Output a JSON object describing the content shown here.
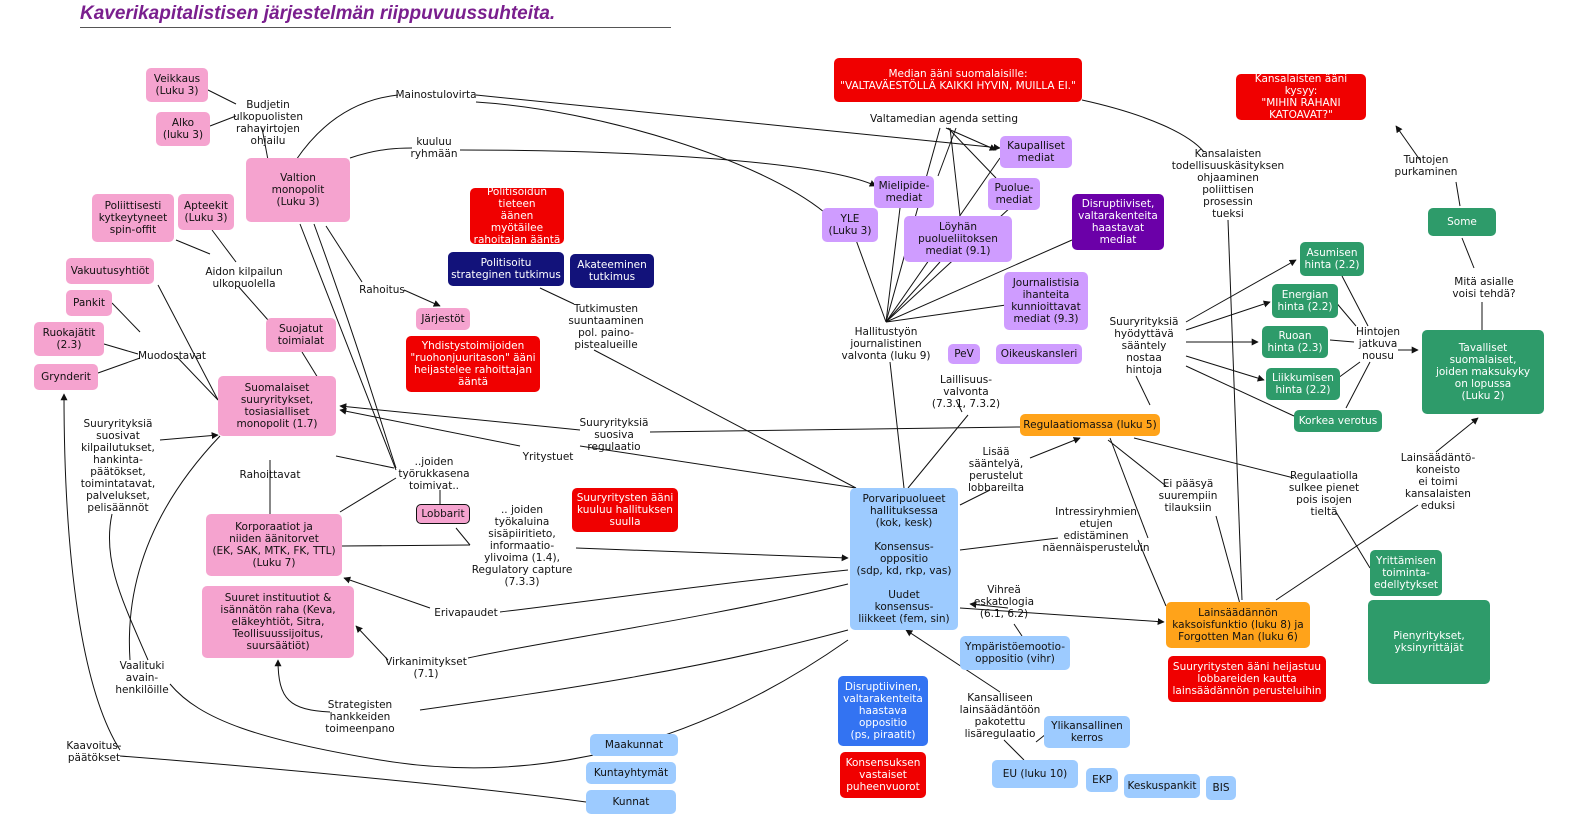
{
  "title": "Kaverikapitalistisen järjestelmän riippuvuussuhteita.",
  "colors": {
    "pink": "#f5a3cf",
    "red": "#f00000",
    "navy": "#12127a",
    "lilac": "#cf9cff",
    "purple": "#6b00a8",
    "green": "#2e9b6a",
    "light_blue": "#9dcbff",
    "blue": "#3373f2",
    "orange": "#ffa31a",
    "title": "#7a1f8e"
  },
  "nodes": {
    "veikkaus": "Veikkaus\n(Luku 3)",
    "alko": "Alko\n(luku 3)",
    "valtion_monopolit": "Valtion\nmonopolit\n(Luku 3)",
    "poliittisesti_kytkeytyneet": "Poliittisesti\nkytkeytyneet\nspin-offit",
    "apteekit": "Apteekit\n(Luku 3)",
    "vakuutusyhtiot": "Vakuutusyhtiöt",
    "pankit": "Pankit",
    "ruokajatit": "Ruokajätit\n(2.3)",
    "grynderit": "Grynderit",
    "suojatut_toimialat": "Suojatut\ntoimialat",
    "suomalaiset_suuryritykset": "Suomalaiset\nsuuryritykset,\ntosiasialliset\nmonopolit (1.7)",
    "korporaatiot": "Korporaatiot ja\nniiden äänitorvet\n(EK, SAK, MTK, FK, TTL)\n(Luku 7)",
    "suuret_instituutiot": "Suuret instituutiot &\nisännätön raha (Keva,\neläkeyhtiöt, Sitra,\nTeollisuussijoitus,\nsuursäätiöt)",
    "lobbarit": "Lobbarit",
    "politisoidun_tieteen": "Politisoidun\ntieteen\näänen myötäilee\nrahoitajan ääntä",
    "politisoitu_tutkimus": "Politisoitu\nstrateginen tutkimus",
    "akateeminen": "Akateeminen\ntutkimus",
    "jarjestot": "Järjestöt",
    "yhdistystoimijoiden": "Yhdistystoimijoiden\n\"ruohonjuuritason\" ääni\nheijastelee rahoittajan\nääntä",
    "suuryritysten_aani": "Suuryritysten ääni\nkuuluu hallituksen\nsuulla",
    "median_aani": "Median ääni suomalaisille:\n\"VALTAVÄESTÖLLÄ KAIKKI HYVIN, MUILLA EI.\"",
    "kansalaisten_aani": "Kansalaisten ääni kysyy:\n\"MIHIN RAHANI KATOAVAT?\"",
    "kaupalliset_mediat": "Kaupalliset\nmediat",
    "mielipidemediat": "Mielipide-\nmediat",
    "puoluemediat": "Puolue-\nmediat",
    "yle": "YLE\n(Luku 3)",
    "loyhan_puoluelii": "Löyhän\npuolueliitoksen\nmediat (9.1)",
    "disruptiiviset_mediat": "Disruptiiviset,\nvaltarakenteita\nhaastavat\nmediat",
    "journalistisia": "Journalistisia\nihanteita\nkunnioittavat\nmediat (9.3)",
    "pev": "PeV",
    "oikeuskansleri": "Oikeuskansleri",
    "regulaatiomassa": "Regulaatiomassa (luku 5)",
    "porvaripuolueet": "Porvaripuolueet\nhallituksessa\n(kok, kesk)\n\nKonsensus-\noppositio\n(sdp, kd, rkp, vas)\n\nUudet\nkonsensus-\nliikkeet (fem, sin)",
    "ymparistomootio": "Ympäristöemootio-\noppositio (vihr)",
    "disruptiivinen_oppositio": "Disruptiivinen,\nvaltarakenteita\nhaastava\noppositio\n(ps, piraatit)",
    "konsensuksen": "Konsensuksen\nvastaiset\npuheenvuorot",
    "ylikansallinen": "Ylikansallinen\nkerros",
    "eu": "EU (luku 10)",
    "ekp": "EKP",
    "keskuspankit": "Keskuspankit",
    "bis": "BIS",
    "maakunnat": "Maakunnat",
    "kuntayhtymat": "Kuntayhtymät",
    "kunnat": "Kunnat",
    "lainsaadannon": "Lainsäädännön\nkaksoisfunktio (luku 8) ja\nForgotten Man (luku 6)",
    "suuryritysten_heijastuu": "Suuryritysten ääni heijastuu\nlobbareiden kautta\nlainsäädännön perusteluihin",
    "some": "Some",
    "asumisen": "Asumisen\nhinta (2.2)",
    "energian": "Energian\nhinta (2.2)",
    "ruoan": "Ruoan\nhinta (2.3)",
    "liikkumisen": "Liikkumisen\nhinta (2.2)",
    "korkea_verotus": "Korkea verotus",
    "tavalliset": "Tavalliset\nsuomalaiset,\njoiden maksukyky\non lopussa\n(Luku 2)",
    "yrittamisen": "Yrittämisen\ntoiminta-\nedellytykset",
    "pienyritykset": "Pienyritykset,\nyksinyrittäjät"
  },
  "labels": {
    "budjetin": "Budjetin\nulkopuolisten\nrahavirtojen\nohjailu",
    "mainostulovirta": "Mainostulovirta",
    "kuuluu_ryhmaan": "kuuluu\nryhmään",
    "valtamedian": "Valtamedian agenda setting",
    "aidon": "Aidon kilpailun\nulkopuolella",
    "muodostavat": "Muodostavat",
    "rahoitus": "Rahoitus",
    "tutkimusten": "Tutkimusten\nsuuntaaminen\npol. paino-\npistealueille",
    "hallitustyon": "Hallitustyön\njournalistinen\nvalvonta (luku 9)",
    "laillisuusvalvonta": "Laillisuus-\nvalvonta\n(7.3.1, 7.3.2)",
    "suuryrityksia_suosiva": "Suuryrityksiä\nsuosiva\nregulaatio",
    "yritystuet": "Yritystuet",
    "suuryrityksia_suosivat": "Suuryrityksiä\nsuosivat\nkilpailutukset,\nhankinta-\npäätökset,\ntoimintatavat,\npalvelukset,\npelisäännöt",
    "rahoittavat": "Rahoittavat",
    "joiden_tyorukkasena": "..joiden\ntyörukkasena\ntoimivat..",
    "joiden_tyokaluina": ".. joiden\ntyökaluina\nsisäpiiritieto,\ninformaatio-\nylivoima (1.4),\nRegulatory capture\n(7.3.3)",
    "erivapaudet": "Erivapaudet",
    "virkanimitykset": "Virkanimitykset\n(7.1)",
    "strategisten": "Strategisten\nhankkeiden\ntoimeenpano",
    "vaalituki": "Vaalituki\navain-\nhenkilöille",
    "kaavoitus": "Kaavoitus-\npäätökset",
    "lisaa_saantelya": "Lisää\nsääntelyä,\nperustelut\nlobbareilta",
    "vihrea": "Vihreä\neskatologia\n(6.1, 6.2)",
    "kansalliseen": "Kansalliseen\nlainsäädäntöön\npakotettu\nlisäregulaatio",
    "intressiryhmien": "Intressiryhmien\netujen\nedistäminen\nnäennäisperusteluin",
    "ei_paasya": "Ei pääsyä\nsuurempiin\ntilauksiin",
    "regulaatiolla": "Regulaatiolla\nsulkee pienet\npois isojen\ntieltä",
    "kansalaisten_todellisuus": "Kansalaisten\ntodellisuuskäsityksen\nohjaaminen\npoliittisen\nprosessin\ntueksi",
    "tuntojen": "Tuntojen\npurkaminen",
    "mita_asialle": "Mitä asialle\nvoisi tehdä?",
    "suuryrityksia_hyodyttava": "Suuryrityksiä\nhyödyttävä\nsääntely\nnostaa\nhintoja",
    "hintojen": "Hintojen\njatkuva\nnousu",
    "lainsaadantokoneisto": "Lainsäädäntö-\nkoneisto\nei toimi\nkansalaisten\neduksi"
  }
}
